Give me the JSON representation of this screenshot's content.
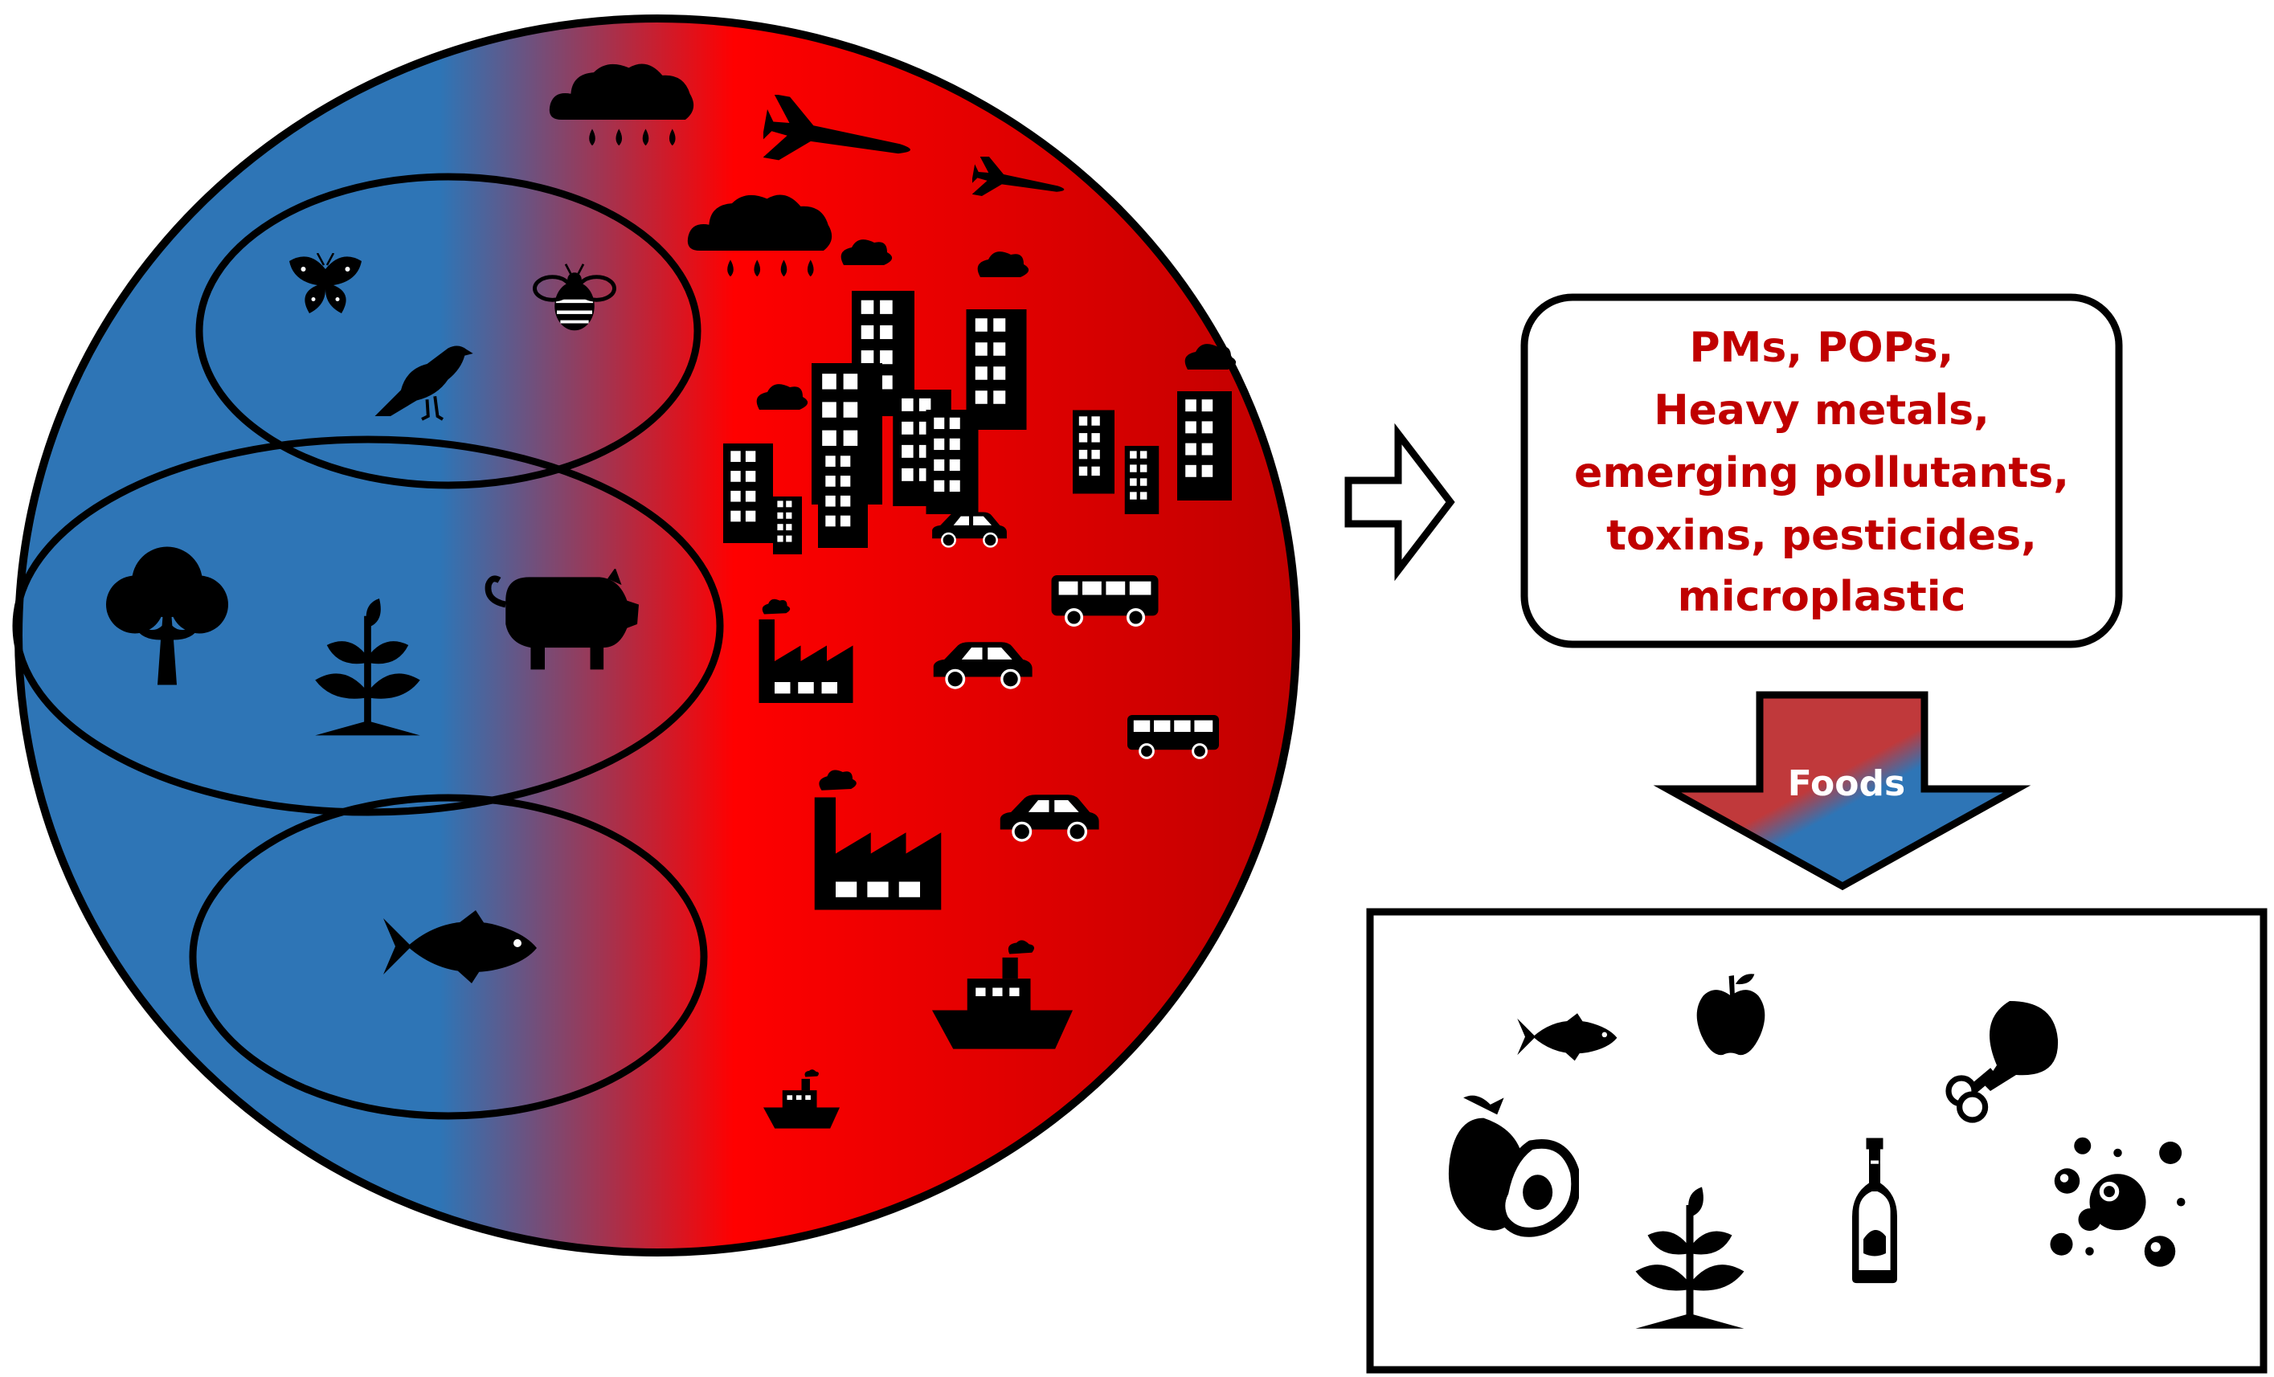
{
  "colors": {
    "blue": "#2e75b6",
    "red": "#ff0000",
    "dark_red": "#c00000",
    "label_red": "#c00000",
    "ink": "#000000",
    "white": "#ffffff"
  },
  "environment": {
    "icons": [
      "rain-cloud-icon",
      "airplane-icon",
      "butterfly-icon",
      "bee-icon",
      "bird-icon",
      "tree-icon",
      "plant-icon",
      "pig-icon",
      "fish-icon",
      "city-buildings-icon",
      "factory-icon",
      "car-icon",
      "bus-icon",
      "ship-icon"
    ]
  },
  "pollutants_box": {
    "lines": [
      "PMs, POPs,",
      "Heavy metals,",
      "emerging pollutants,",
      "toxins, pesticides,",
      "microplastic"
    ]
  },
  "foods_arrow": {
    "label": "Foods"
  },
  "foods_box": {
    "icons": [
      "fish-icon",
      "apple-icon",
      "chicken-leg-icon",
      "avocado-icon",
      "plant-icon",
      "bottle-icon",
      "bubbles-icon"
    ]
  }
}
